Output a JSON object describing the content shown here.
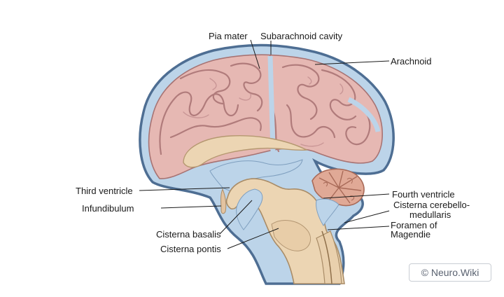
{
  "labels": {
    "pia_mater": "Pia mater",
    "subarachnoid_cavity": "Subarachnoid cavity",
    "arachnoid": "Arachnoid",
    "third_ventricle": "Third ventricle",
    "infundibulum": "Infundibulum",
    "cisterna_basalis": "Cisterna basalis",
    "cisterna_pontis": "Cisterna pontis",
    "fourth_ventricle": "Fourth ventricle",
    "cisterna_cerebellomedullaris_line1": "Cisterna cerebello-",
    "cisterna_cerebellomedullaris_line2": "medullaris",
    "foramen_of_magendie_line1": "Foramen of",
    "foramen_of_magendie_line2": "Magendie"
  },
  "watermark": "© Neuro.Wiki",
  "colors": {
    "outer_membrane": "#4e6e93",
    "csf_space": "#b8d2e8",
    "cortex": "#e6b8b3",
    "brainstem": "#ecd5b3",
    "label_text": "#1a1a1a"
  }
}
